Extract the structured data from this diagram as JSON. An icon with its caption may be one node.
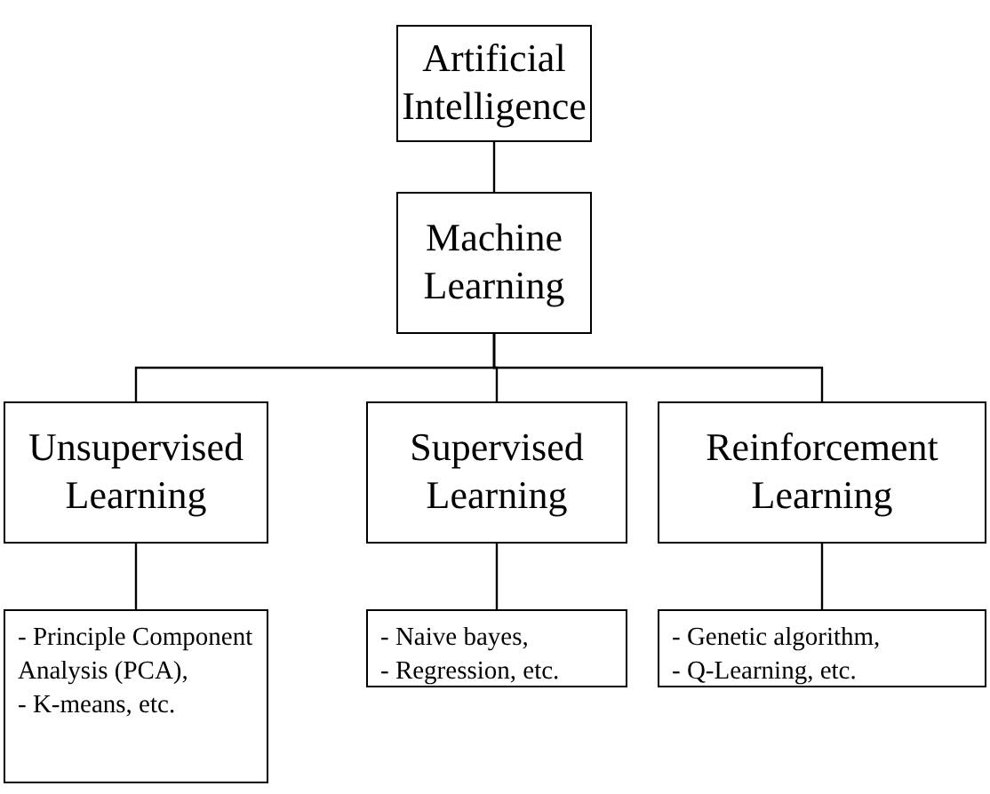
{
  "diagram": {
    "nodes": [
      {
        "text": [
          "Artificial Intelligence"
        ]
      },
      {
        "text": [
          "Machine Learning"
        ]
      },
      {
        "text": [
          "Unsupervised Learning"
        ]
      },
      {
        "text": [
          "Supervised Learning"
        ]
      },
      {
        "text": [
          "Reinforcement Learning"
        ]
      },
      {
        "text": [
          "- Principle Component Analysis (PCA),",
          "- K-means, etc."
        ]
      },
      {
        "text": [
          "- Naive bayes,",
          "- Regression, etc."
        ]
      },
      {
        "text": [
          "- Genetic algorithm,",
          "- Q-Learning, etc."
        ]
      }
    ],
    "edges": [
      {
        "from": 0,
        "to": 1,
        "arrow": "none"
      },
      {
        "from": 1,
        "to": 2,
        "arrow": "none"
      },
      {
        "from": 1,
        "to": 3,
        "arrow": "none"
      },
      {
        "from": 1,
        "to": 4,
        "arrow": "none"
      },
      {
        "from": 2,
        "to": 5,
        "arrow": "none"
      },
      {
        "from": 3,
        "to": 6,
        "arrow": "none"
      },
      {
        "from": 4,
        "to": 7,
        "arrow": "none"
      }
    ]
  }
}
